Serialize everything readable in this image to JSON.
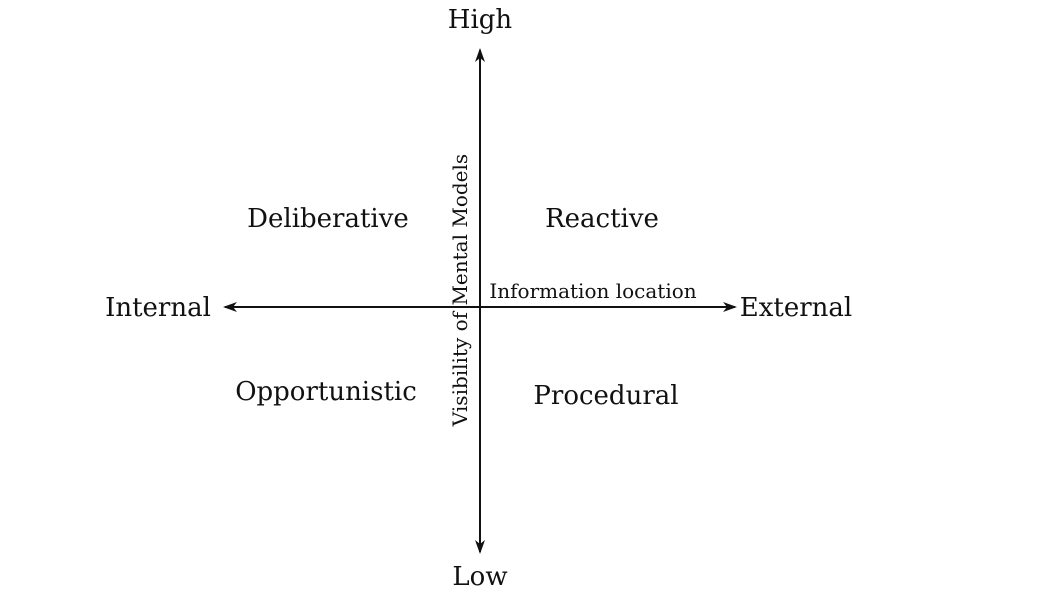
{
  "diagram": {
    "vertical_axis": {
      "top": "High",
      "bottom": "Low",
      "title": "Visibility of Mental Models"
    },
    "horizontal_axis": {
      "left": "Internal",
      "right": "External",
      "title": "Information location"
    },
    "quadrants": {
      "top_left": "Deliberative",
      "top_right": "Reactive",
      "bottom_left": "Opportunistic",
      "bottom_right": "Procedural"
    },
    "colors": {
      "ink": "#111111",
      "background": "#ffffff"
    }
  }
}
